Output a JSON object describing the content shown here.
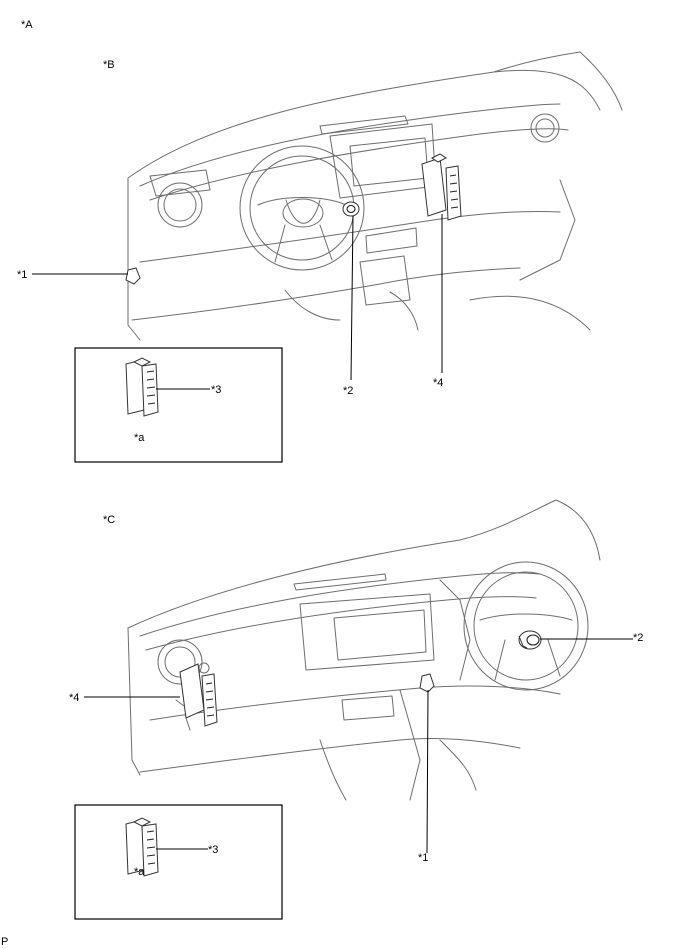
{
  "labels": {
    "A": "*A",
    "B": "*B",
    "C": "*C",
    "c1": "*1",
    "c2": "*2",
    "c3": "*3",
    "c4": "*4",
    "a": "*a",
    "footer": "P"
  }
}
